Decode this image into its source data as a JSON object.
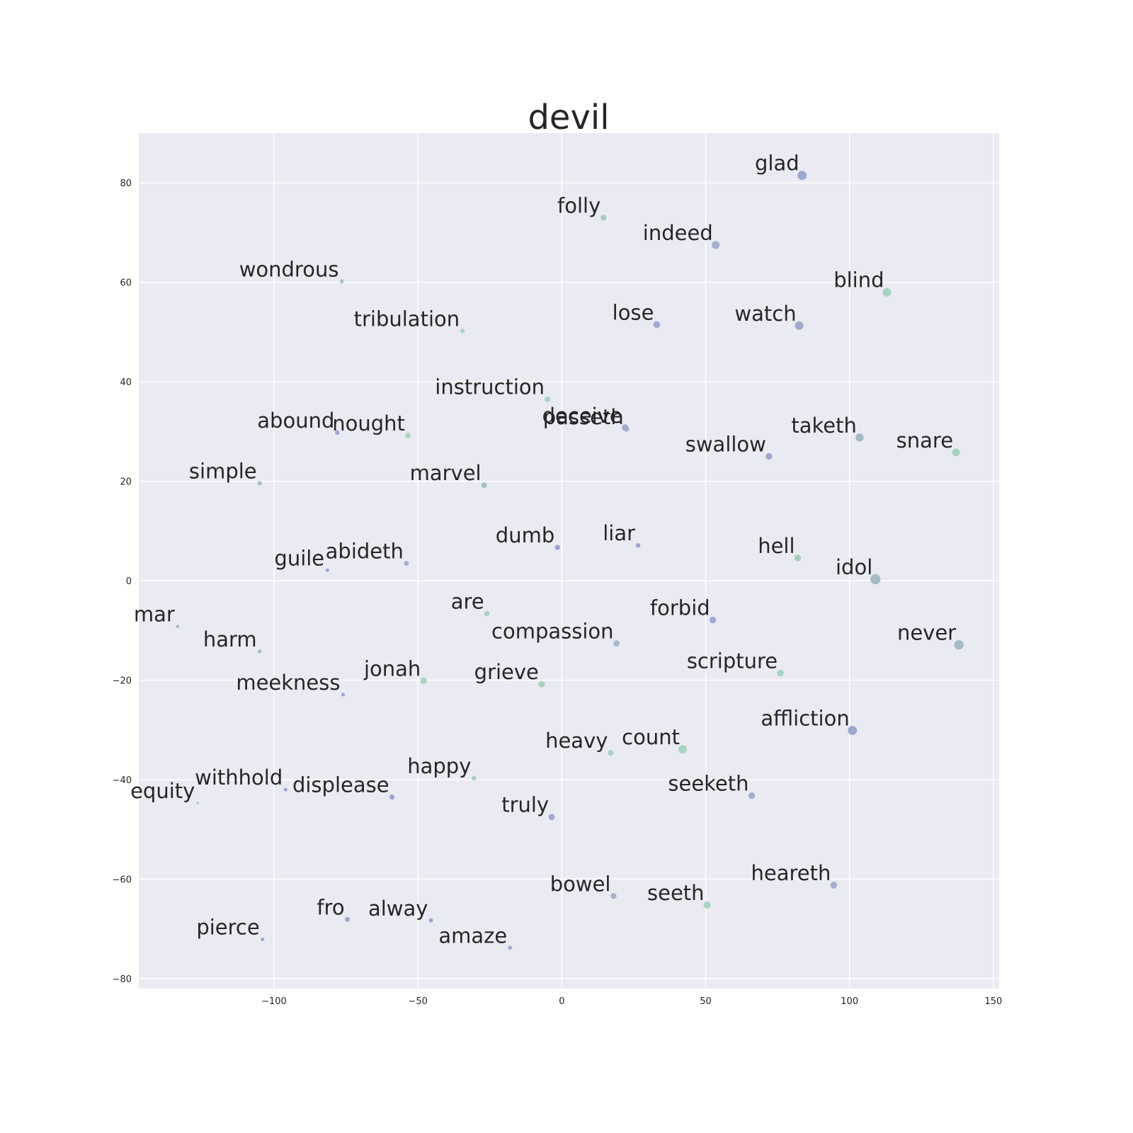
{
  "chart_data": {
    "type": "scatter",
    "title": "devil",
    "xlabel": "",
    "ylabel": "",
    "xlim": [
      -147,
      152
    ],
    "ylim": [
      -82,
      90
    ],
    "xticks": [
      -100,
      -50,
      0,
      50,
      100,
      150
    ],
    "yticks": [
      -80,
      -60,
      -40,
      -20,
      0,
      20,
      40,
      60,
      80
    ],
    "grid": true,
    "points": [
      {
        "label": "glad",
        "x": 83.5,
        "y": 81.5,
        "size": 2.8,
        "color": "#9aa3cc"
      },
      {
        "label": "folly",
        "x": 14.5,
        "y": 73.0,
        "size": 1.8,
        "color": "#9dd0bb"
      },
      {
        "label": "indeed",
        "x": 53.5,
        "y": 67.5,
        "size": 2.4,
        "color": "#9eadc9"
      },
      {
        "label": "wondrous",
        "x": -76.5,
        "y": 60.2,
        "size": 1.2,
        "color": "#9fbfbf"
      },
      {
        "label": "blind",
        "x": 113.0,
        "y": 58.0,
        "size": 2.6,
        "color": "#a3d1bf"
      },
      {
        "label": "tribulation",
        "x": -34.5,
        "y": 50.2,
        "size": 1.4,
        "color": "#a6d4c1"
      },
      {
        "label": "lose",
        "x": 33.0,
        "y": 51.5,
        "size": 2.1,
        "color": "#9ba4d0"
      },
      {
        "label": "watch",
        "x": 82.5,
        "y": 51.3,
        "size": 2.6,
        "color": "#9aa8c8"
      },
      {
        "label": "instruction",
        "x": -5.0,
        "y": 36.5,
        "size": 1.7,
        "color": "#a3d1bf"
      },
      {
        "label": "deceive",
        "x": 22.0,
        "y": 30.8,
        "size": 2.0,
        "color": "#9aa8c8"
      },
      {
        "label": "passeth",
        "x": 22.5,
        "y": 30.5,
        "size": 1.6,
        "color": "#9eadc9"
      },
      {
        "label": "taketh",
        "x": 103.5,
        "y": 28.8,
        "size": 2.5,
        "color": "#9fb8c3"
      },
      {
        "label": "swallow",
        "x": 72.0,
        "y": 25.0,
        "size": 2.0,
        "color": "#9aa3cc"
      },
      {
        "label": "snare",
        "x": 137.0,
        "y": 25.8,
        "size": 2.4,
        "color": "#a3d1bf"
      },
      {
        "label": "abound",
        "x": -78.0,
        "y": 29.8,
        "size": 1.4,
        "color": "#9aa3cc"
      },
      {
        "label": "nought",
        "x": -53.5,
        "y": 29.2,
        "size": 1.7,
        "color": "#a6d4b9"
      },
      {
        "label": "simple",
        "x": -105.0,
        "y": 19.6,
        "size": 1.4,
        "color": "#9fc0bb"
      },
      {
        "label": "marvel",
        "x": -27.0,
        "y": 19.2,
        "size": 1.7,
        "color": "#9fc0bb"
      },
      {
        "label": "dumb",
        "x": -1.5,
        "y": 6.7,
        "size": 1.6,
        "color": "#9b9fd0"
      },
      {
        "label": "liar",
        "x": 26.5,
        "y": 7.1,
        "size": 1.4,
        "color": "#9aa3cc"
      },
      {
        "label": "hell",
        "x": 82.0,
        "y": 4.6,
        "size": 2.1,
        "color": "#a3d1bf"
      },
      {
        "label": "idol",
        "x": 109.0,
        "y": 0.3,
        "size": 3.1,
        "color": "#9fb8c3"
      },
      {
        "label": "guile",
        "x": -81.5,
        "y": 2.1,
        "size": 1.1,
        "color": "#9aa3cc"
      },
      {
        "label": "abideth",
        "x": -54.0,
        "y": 3.5,
        "size": 1.5,
        "color": "#9eadc9"
      },
      {
        "label": "mar",
        "x": -133.5,
        "y": -9.2,
        "size": 1.0,
        "color": "#9fb8c3"
      },
      {
        "label": "are",
        "x": -26.0,
        "y": -6.6,
        "size": 1.6,
        "color": "#a3d1bf"
      },
      {
        "label": "forbid",
        "x": 52.5,
        "y": -7.9,
        "size": 2.0,
        "color": "#9aa3cc"
      },
      {
        "label": "compassion",
        "x": 19.0,
        "y": -12.6,
        "size": 1.9,
        "color": "#9fb8c3"
      },
      {
        "label": "harm",
        "x": -105.0,
        "y": -14.2,
        "size": 1.2,
        "color": "#9fc0bb"
      },
      {
        "label": "never",
        "x": 138.0,
        "y": -12.9,
        "size": 2.9,
        "color": "#9fb8c3"
      },
      {
        "label": "scripture",
        "x": 76.0,
        "y": -18.6,
        "size": 2.1,
        "color": "#a3d1bf"
      },
      {
        "label": "jonah",
        "x": -48.0,
        "y": -20.1,
        "size": 2.0,
        "color": "#a6d4b9"
      },
      {
        "label": "grieve",
        "x": -7.0,
        "y": -20.8,
        "size": 2.0,
        "color": "#a3d1bf"
      },
      {
        "label": "meekness",
        "x": -76.0,
        "y": -22.9,
        "size": 1.1,
        "color": "#9b9fd0"
      },
      {
        "label": "affliction",
        "x": 101.0,
        "y": -30.1,
        "size": 2.8,
        "color": "#9aa3cc"
      },
      {
        "label": "count",
        "x": 42.0,
        "y": -33.9,
        "size": 2.6,
        "color": "#a6d4c1"
      },
      {
        "label": "heavy",
        "x": 17.0,
        "y": -34.6,
        "size": 1.8,
        "color": "#a6d4c1"
      },
      {
        "label": "happy",
        "x": -30.5,
        "y": -39.7,
        "size": 1.4,
        "color": "#a3d1bf"
      },
      {
        "label": "withhold",
        "x": -96.0,
        "y": -42.0,
        "size": 1.1,
        "color": "#9b9fd0"
      },
      {
        "label": "equity",
        "x": -126.5,
        "y": -44.7,
        "size": 0.9,
        "color": "#a6d4c1"
      },
      {
        "label": "displease",
        "x": -59.0,
        "y": -43.5,
        "size": 1.6,
        "color": "#9aa3cc"
      },
      {
        "label": "seeketh",
        "x": 66.0,
        "y": -43.2,
        "size": 2.0,
        "color": "#9eadc9"
      },
      {
        "label": "truly",
        "x": -3.5,
        "y": -47.5,
        "size": 1.9,
        "color": "#9aa3cc"
      },
      {
        "label": "heareth",
        "x": 94.5,
        "y": -61.2,
        "size": 2.1,
        "color": "#9eadc9"
      },
      {
        "label": "bowel",
        "x": 18.0,
        "y": -63.4,
        "size": 1.8,
        "color": "#9eadc9"
      },
      {
        "label": "seeth",
        "x": 50.5,
        "y": -65.2,
        "size": 2.2,
        "color": "#a6d4c1"
      },
      {
        "label": "fro",
        "x": -74.5,
        "y": -68.1,
        "size": 1.5,
        "color": "#9aa3cc"
      },
      {
        "label": "alway",
        "x": -45.5,
        "y": -68.3,
        "size": 1.3,
        "color": "#9b9fd0"
      },
      {
        "label": "pierce",
        "x": -104.0,
        "y": -72.1,
        "size": 1.1,
        "color": "#9aa3cc"
      },
      {
        "label": "amaze",
        "x": -18.0,
        "y": -73.8,
        "size": 1.3,
        "color": "#9eadc9"
      }
    ]
  }
}
